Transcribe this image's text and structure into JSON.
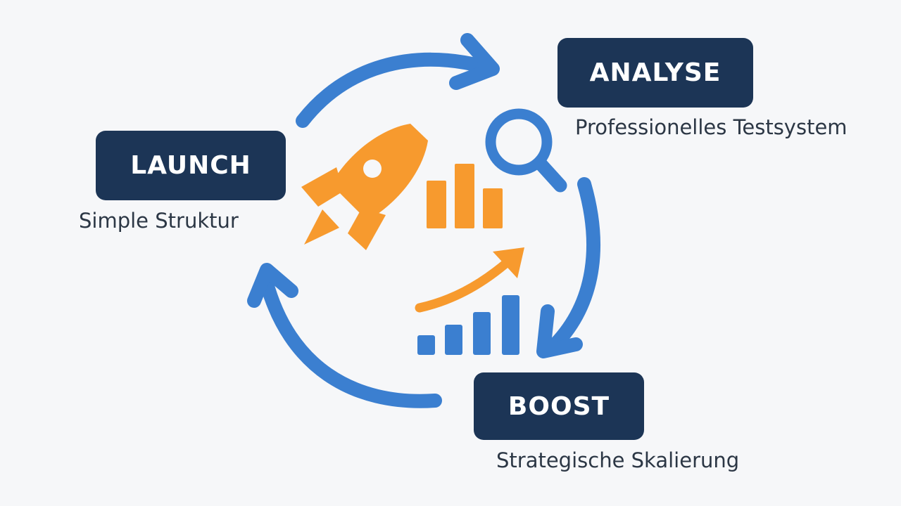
{
  "stages": {
    "launch": {
      "title": "LAUNCH",
      "description": "Simple Struktur"
    },
    "analyse": {
      "title": "ANALYSE",
      "description": "Professionelles Testsystem"
    },
    "boost": {
      "title": "BOOST",
      "description": "Strategische Skalierung"
    }
  },
  "colors": {
    "box": "#1c3556",
    "cycle_arrow": "#3b7fd0",
    "accent_orange": "#f79a2e",
    "accent_blue": "#3b7fd0",
    "background": "#f6f7f9"
  },
  "icons": {
    "center_left": "rocket-icon",
    "center_top_right": "magnifier-icon",
    "center_middle": "bar-chart-icon",
    "center_bottom": "growth-chart-icon"
  }
}
